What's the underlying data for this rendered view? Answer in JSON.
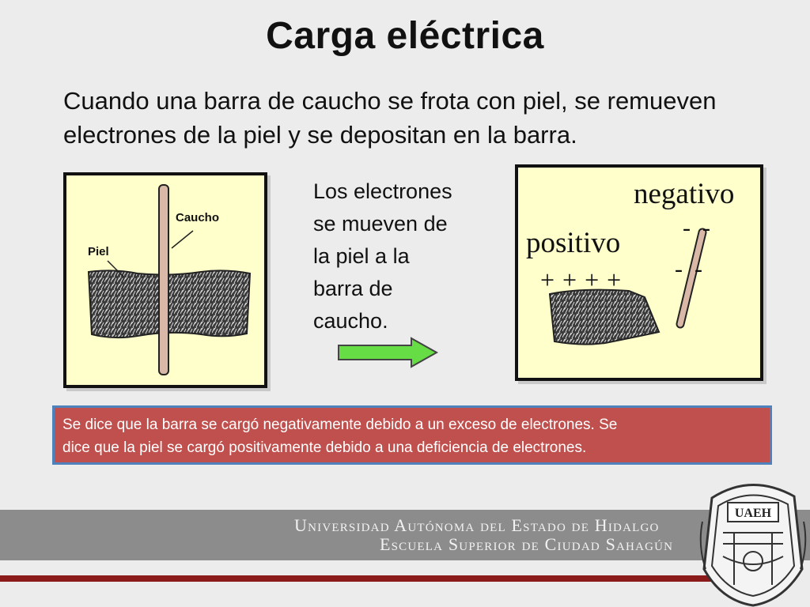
{
  "slide": {
    "title": "Carga eléctrica",
    "subtitle_line1": "Cuando una barra de caucho se frota con piel, se remueven",
    "subtitle_line2": "electrones de la piel y se depositan en la barra."
  },
  "left_figure": {
    "label_caucho": "Caucho",
    "label_piel": "Piel"
  },
  "middle_text": {
    "line1": "Los electrones",
    "line2": "se mueven de",
    "line3": "la piel a la",
    "line4": "barra de",
    "line5": "caucho."
  },
  "right_figure": {
    "label_negativo": "negativo",
    "label_positivo": "positivo",
    "plus_signs": "+ + + +",
    "minus_row1": "-  -",
    "minus_row2": "-  -"
  },
  "note": {
    "line1": "Se dice que la barra se cargó negativamente debido a un exceso de electrones.  Se",
    "line2": "dice que la piel se cargó positivamente debido a una deficiencia de electrones."
  },
  "footer": {
    "university": "Universidad Autónoma del Estado de Hidalgo",
    "school": "Escuela Superior de Ciudad Sahagún",
    "logo_text": "UAEH"
  },
  "colors": {
    "panel_fill": "#ffffcc",
    "note_fill": "#c0504d",
    "note_border": "#4f81bd",
    "arrow_fill": "#66dd44",
    "band": "#8c8c8c",
    "accent_red": "#8b1a1a"
  }
}
